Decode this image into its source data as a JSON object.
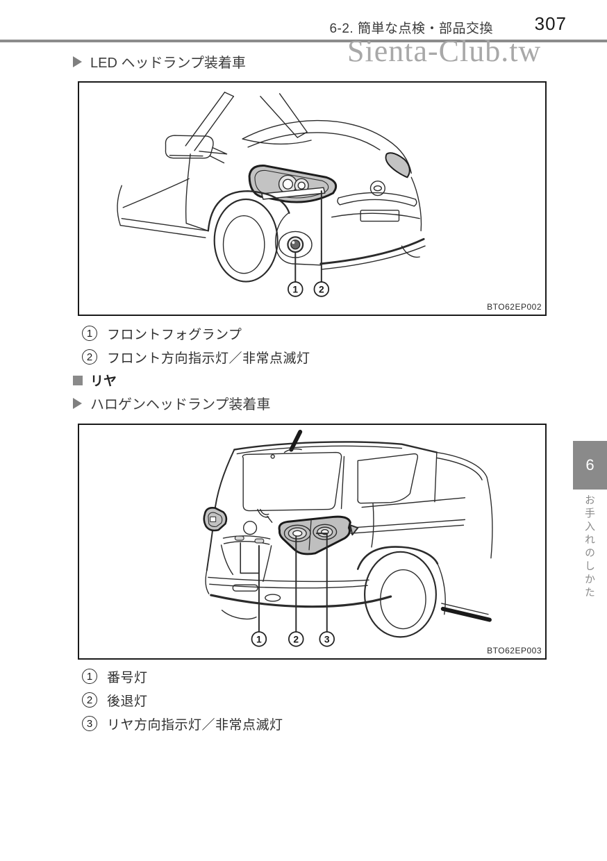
{
  "header": {
    "section": "6-2. 簡単な点検・部品交換",
    "page_number": "307"
  },
  "watermark": "Sienta-Club.tw",
  "front": {
    "variant_heading": "LED ヘッドランプ装着車",
    "figure_code": "BTO62EP002",
    "callouts": [
      {
        "num": "1",
        "label": "フロントフォグランプ"
      },
      {
        "num": "2",
        "label": "フロント方向指示灯／非常点滅灯"
      }
    ]
  },
  "rear": {
    "section_heading": "リヤ",
    "variant_heading": "ハロゲンヘッドランプ装着車",
    "figure_code": "BTO62EP003",
    "callouts": [
      {
        "num": "1",
        "label": "番号灯"
      },
      {
        "num": "2",
        "label": "後退灯"
      },
      {
        "num": "3",
        "label": "リヤ方向指示灯／非常点滅灯"
      }
    ]
  },
  "sidebar": {
    "chapter_number": "6",
    "chapter_title": "お手入れのしかた"
  },
  "colors": {
    "rule_gray": "#8c8c8c",
    "tab_gray": "#8a8a8a",
    "watermark_gray": "#a8a8a8",
    "lamp_fill": "#c3c3c3",
    "line_dark": "#2b2b2b"
  }
}
